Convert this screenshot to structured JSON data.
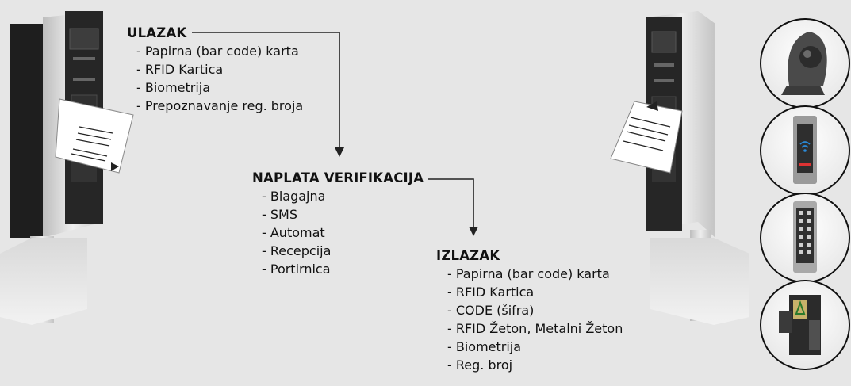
{
  "entry": {
    "heading": "ULAZAK",
    "items": [
      "- Papirna (bar code) karta",
      "- RFID Kartica",
      "- Biometrija",
      "- Prepoznavanje reg. broja"
    ]
  },
  "payment": {
    "heading": "NAPLATA VERIFIKACIJA",
    "items": [
      "- Blagajna",
      "- SMS",
      "- Automat",
      "- Recepcija",
      "- Portirnica"
    ]
  },
  "exit": {
    "heading": "IZLAZAK",
    "items": [
      "- Papirna (bar code) karta",
      "- RFID Kartica",
      "- CODE (šifra)",
      "- RFID Žeton, Metalni Žeton",
      "- Biometrija",
      "- Reg. broj"
    ]
  },
  "icons": [
    "barcode-scanner-icon",
    "rfid-reader-icon",
    "keypad-reader-icon",
    "coin-acceptor-icon"
  ],
  "colors": {
    "background": "#e6e6e6",
    "text": "#111111",
    "terminal": "#d4d4d4",
    "panel": "#1c1c1c"
  }
}
